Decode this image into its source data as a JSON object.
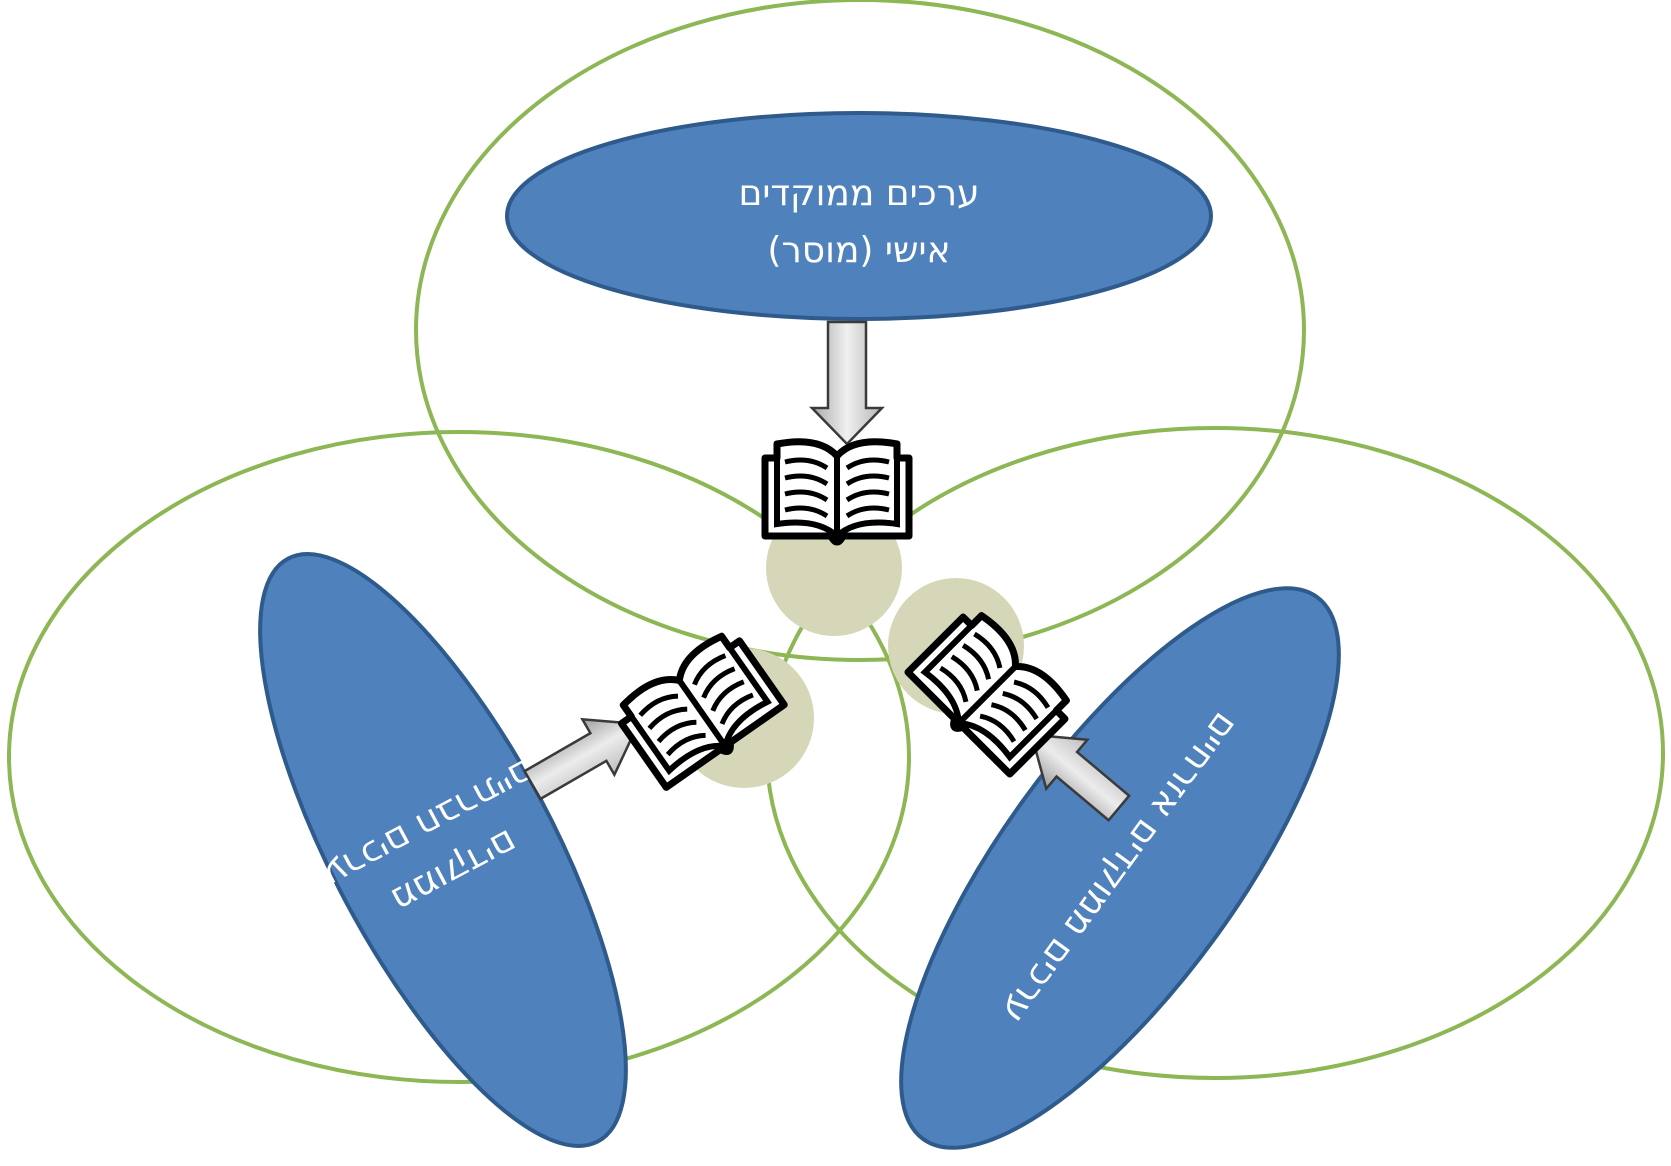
{
  "diagram": {
    "top": {
      "line1": "ערכים ממוקדים",
      "line2": "אישי (מוסר)"
    },
    "left": {
      "line1": "ממוקדים",
      "line2": "ערכים חברתיים"
    },
    "right": {
      "line1": "ערכים ממוקדים אזרחיים"
    },
    "icons": [
      "book-icon",
      "book-icon",
      "book-icon",
      "arrow-icon"
    ],
    "colors": {
      "circle_outline": "#8DB654",
      "ellipse_fill": "#4F81BD",
      "ellipse_stroke": "#2E5A8C",
      "arrow_fill": "#C9C9C9",
      "book_glow": "#D6D7B8"
    }
  }
}
